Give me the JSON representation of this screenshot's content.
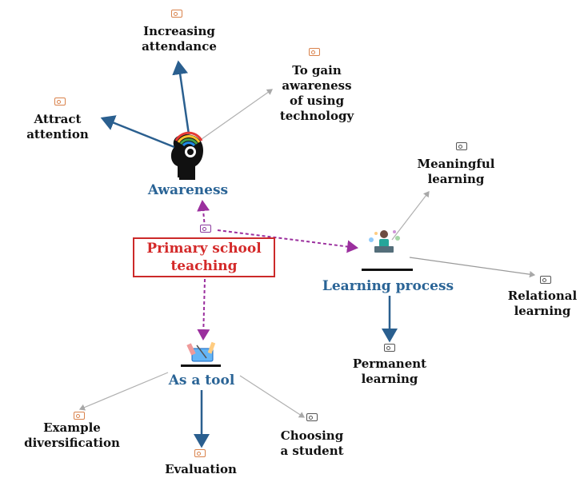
{
  "center": {
    "label": "Primary school\nteaching"
  },
  "hubs": {
    "awareness": "Awareness",
    "learning_process": "Learning process",
    "as_a_tool": "As a tool"
  },
  "leaves": {
    "increasing_attendance": "Increasing\nattendance",
    "to_gain_awareness": "To gain\nawareness\nof using\ntechnology",
    "attract_attention": "Attract\nattention",
    "meaningful_learning": "Meaningful\nlearning",
    "relational_learning": "Relational\nlearning",
    "permanent_learning": "Permanent\nlearning",
    "example_diversification": "Example\ndiversification",
    "evaluation": "Evaluation",
    "choosing_a_student": "Choosing\na student"
  },
  "colors": {
    "center_border": "#cc2a2a",
    "center_text": "#d42a2a",
    "hub_text": "#2a6496",
    "dashed_link": "#9b2f9e",
    "strong_link": "#2a5f8f",
    "weak_link": "#b0b0b0",
    "tag_orange": "#d9824b"
  },
  "icons": {
    "awareness": "head-rainbow-icon",
    "learning_process": "person-laptop-icon",
    "as_a_tool": "tools-icon",
    "attachment": "attachment-tag-icon"
  }
}
